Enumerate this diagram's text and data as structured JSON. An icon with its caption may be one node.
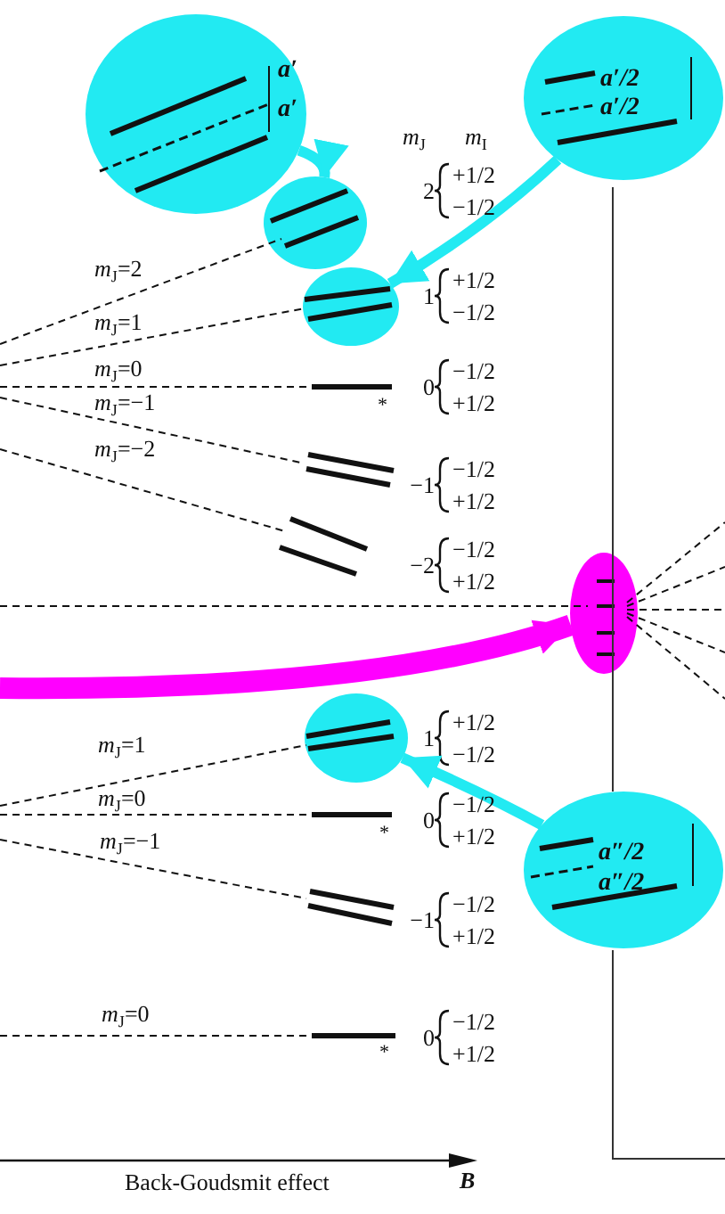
{
  "diagram": {
    "nodes": [
      {
        "text": [
          "a′",
          "a′"
        ]
      },
      {
        "text": [],
        "shape": "circle"
      },
      {
        "text": [
          "a′/2",
          "a′/2"
        ]
      },
      {
        "text": [],
        "shape": "circle"
      },
      {
        "text": [],
        "shape": "circle"
      },
      {
        "text": [],
        "shape": "circle"
      },
      {
        "text": [
          "a″/2",
          "a″/2"
        ]
      }
    ],
    "edges": [
      {
        "from": 0,
        "to": 1,
        "arrow": "to"
      },
      {
        "from": 2,
        "to": 3,
        "arrow": "to"
      },
      {
        "from": 6,
        "to": 5,
        "arrow": "to"
      },
      {
        "from": null,
        "to": 4,
        "arrow": "to",
        "style": "thick",
        "color": "#ff00ff"
      }
    ],
    "labels": [
      "*m*$_{J}$",
      "*m*$_{I}$",
      "*m*$_{J}$=2",
      "2",
      "+1/2",
      "−1/2",
      "*m*$_{J}$=1",
      "1",
      "+1/2",
      "−1/2",
      "*m*$_{J}$=0",
      "0",
      "−1/2",
      "+1/2",
      "*m*$_{J}$=−1",
      "*",
      "*m*$_{J}$=−2",
      "−1",
      "−1/2",
      "+1/2",
      "−2",
      "−1/2",
      "+1/2",
      "1",
      "+1/2",
      "−1/2",
      "*m*$_{J}$=1",
      "*m*$_{J}$=0",
      "0",
      "−1/2",
      "+1/2",
      "*",
      "*m*$_{J}$=−1",
      "−1",
      "−1/2",
      "+1/2",
      "*m*$_{J}$=0",
      "0",
      "−1/2",
      "+1/2",
      "*",
      "Back-Goudsmit effect",
      "B"
    ]
  }
}
